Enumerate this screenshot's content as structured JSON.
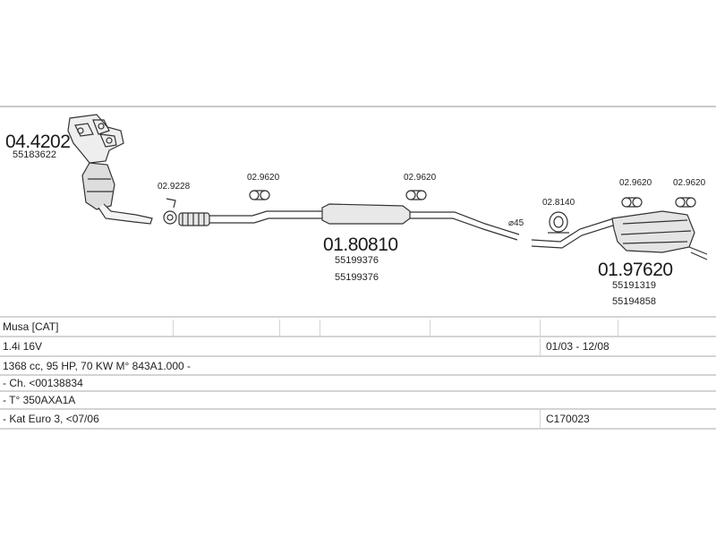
{
  "parts": {
    "manifold_cat": {
      "code": "04.4202",
      "oem": "55183622"
    },
    "gasket": {
      "code": "02.9228"
    },
    "hanger_1": {
      "code": "02.9620"
    },
    "hanger_2": {
      "code": "02.9620"
    },
    "middle_silencer": {
      "code": "01.80810",
      "oem_1": "55199376",
      "oem_2": "55199376"
    },
    "diameter_note": "⌀45",
    "clamp": {
      "code": "02.8140"
    },
    "hanger_3": {
      "code": "02.9620"
    },
    "hanger_4": {
      "code": "02.9620"
    },
    "rear_silencer": {
      "code": "01.97620",
      "oem_1": "55191319",
      "oem_2": "55194858"
    }
  },
  "spec": {
    "model": "Musa  [CAT]",
    "engine": "1.4i 16V",
    "date_range": "01/03 - 12/08",
    "engine_detail": "1368 cc, 95 HP, 70 KW M° 843A1.000 -",
    "chassis": "- Ch. <00138834",
    "type": "- T° 350AXA1A",
    "emission": "- Kat Euro 3, <07/06",
    "ref_code": "C170023"
  }
}
